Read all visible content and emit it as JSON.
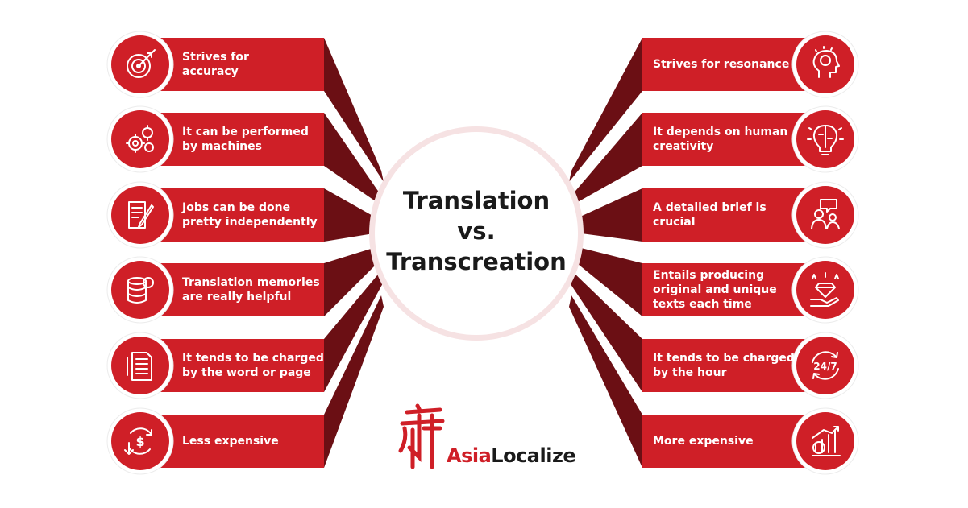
{
  "title": {
    "line1": "Translation",
    "line2": "vs.",
    "line3": "Transcreation"
  },
  "colors": {
    "band": "#cf1f27",
    "wedge": "#6b0f14",
    "circle_ring": "#f6e2e3",
    "icon_stroke": "#ffffff"
  },
  "left_items": [
    {
      "label": "Strives for\naccuracy",
      "icon": "target-icon"
    },
    {
      "label": "It can be performed\n by machines",
      "icon": "gears-icon"
    },
    {
      "label": "Jobs can be done\n pretty independently",
      "icon": "document-pen-icon"
    },
    {
      "label": "Translation memories\n are really helpful",
      "icon": "database-icon"
    },
    {
      "label": "It tends to be charged\n by the word or page",
      "icon": "pages-icon"
    },
    {
      "label": "Less expensive",
      "icon": "dollar-down-icon"
    }
  ],
  "right_items": [
    {
      "label": "Strives for resonance",
      "icon": "head-brain-icon"
    },
    {
      "label": "It depends on human\n creativity",
      "icon": "lightbulb-brain-icon"
    },
    {
      "label": "A detailed brief is\ncrucial",
      "icon": "discussion-icon"
    },
    {
      "label": "Entails producing\n original and unique\n texts each time",
      "icon": "diamond-hand-icon"
    },
    {
      "label": "It tends to be charged\n by the hour",
      "icon": "clock-247-icon"
    },
    {
      "label": "More expensive",
      "icon": "rising-coin-icon"
    }
  ],
  "brand": {
    "part1": "Asia",
    "part2": "Localize",
    "color1": "#cf1f27",
    "color2": "#1a1a1a"
  }
}
